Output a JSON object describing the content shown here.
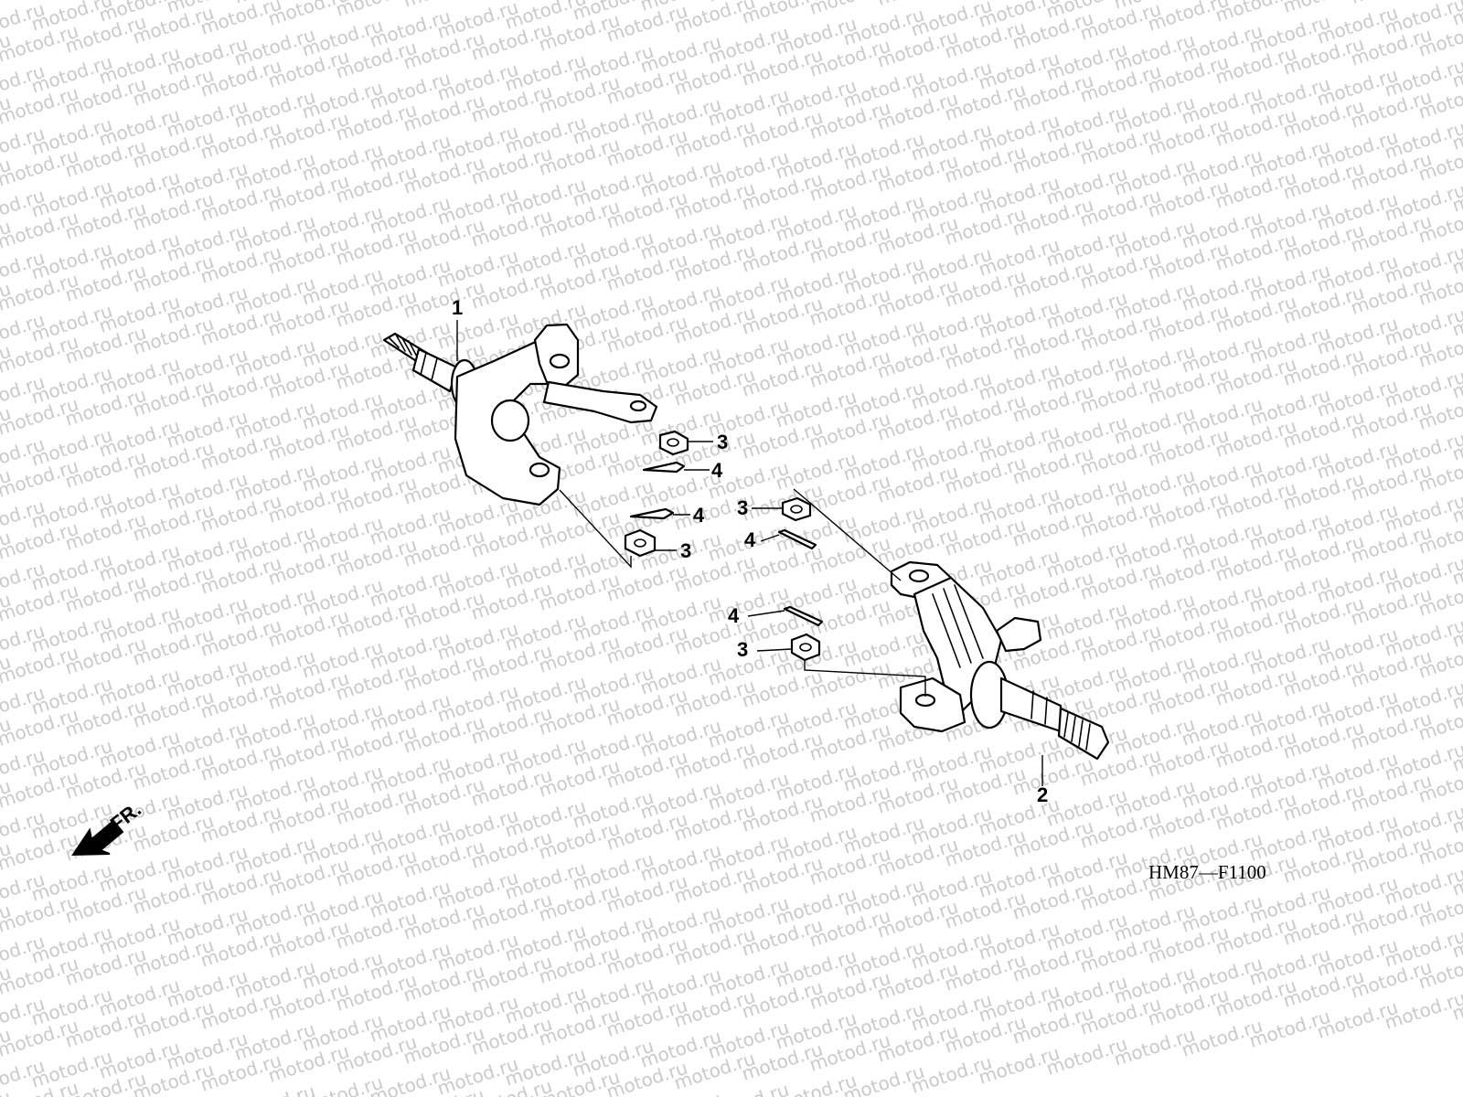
{
  "watermark": {
    "text": "motod.ru",
    "color": "#c9c9c9"
  },
  "callouts": {
    "part_1": "1",
    "part_2": "2",
    "part_3": "3",
    "part_4": "4"
  },
  "direction": {
    "label": "FR."
  },
  "figure_code": "HM87—F1100",
  "colors": {
    "line": "#000000",
    "background": "#ffffff"
  }
}
